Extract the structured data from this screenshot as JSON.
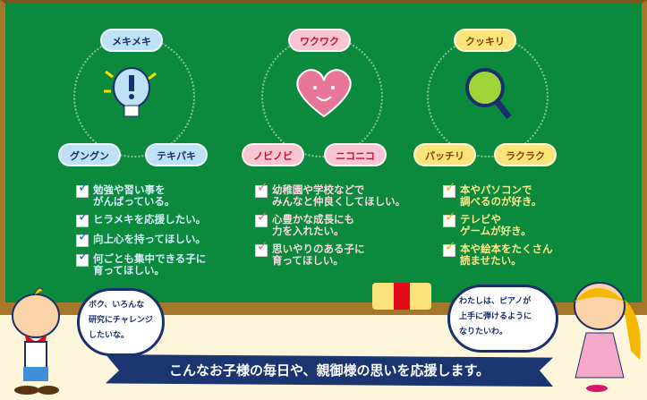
{
  "sections": [
    {
      "top": "メキメキ",
      "left": "グングン",
      "right": "テキパキ",
      "icon": "lightbulb-icon",
      "items": [
        "勉強や習い事を\nがんばっている。",
        "ヒラメキを応援したい。",
        "向上心を持ってほしい。",
        "何ごとも集中できる子に\n育ってほしい。"
      ]
    },
    {
      "top": "ワクワク",
      "left": "ノビノビ",
      "right": "ニコニコ",
      "icon": "heart-icon",
      "items": [
        "幼稚園や学校などで\nみんなと仲良くしてほしい。",
        "心豊かな成長にも\n力を入れたい。",
        "思いやりのある子に\n育ってほしい。"
      ]
    },
    {
      "top": "クッキリ",
      "left": "パッチリ",
      "right": "ラクラク",
      "icon": "magnifier-icon",
      "items": [
        "本やパソコンで\n調べるのが好き。",
        "テレビや\nゲームが好き。",
        "本や絵本をたくさん\n読ませたい。"
      ]
    }
  ],
  "boy_bubble": "ボク、いろんな\n研究にチャレンジ\nしたいな。",
  "girl_bubble": "わたしは、ピアノが\n上手に弾けるように\nなりたいわ。",
  "banner": "こんなお子様の毎日や、親御様の思いを応援します。",
  "colors": {
    "board": "#0b8a3d",
    "frame": "#a5772a",
    "banner": "#1b3570"
  }
}
